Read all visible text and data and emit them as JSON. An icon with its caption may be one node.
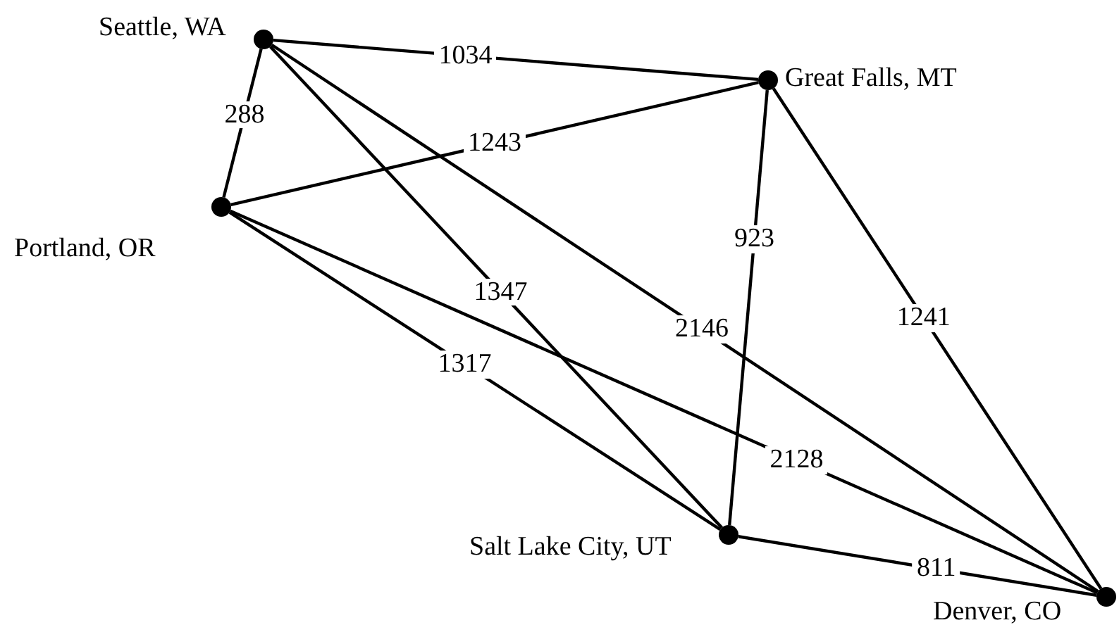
{
  "diagram": {
    "nodes": [
      {
        "text": [],
        "shape": "circle",
        "beside": [
          "Seattle, WA"
        ]
      },
      {
        "text": [],
        "shape": "circle",
        "beside": [
          "Great Falls, MT"
        ]
      },
      {
        "text": [],
        "shape": "circle",
        "beside": [
          "Portland, OR"
        ]
      },
      {
        "text": [],
        "shape": "circle",
        "beside": [
          "Salt Lake City, UT"
        ]
      },
      {
        "text": [],
        "shape": "circle",
        "beside": [
          "Denver, CO"
        ]
      }
    ],
    "edges": [
      {
        "from": 0,
        "to": 1,
        "arrow": "none",
        "label": "1034"
      },
      {
        "from": 0,
        "to": 2,
        "arrow": "none",
        "label": "288"
      },
      {
        "from": 2,
        "to": 1,
        "arrow": "none",
        "label": "1243"
      },
      {
        "from": 0,
        "to": 3,
        "arrow": "none",
        "label": "1347"
      },
      {
        "from": 0,
        "to": 4,
        "arrow": "none",
        "label": "2146"
      },
      {
        "from": 1,
        "to": 3,
        "arrow": "none",
        "label": "923"
      },
      {
        "from": 1,
        "to": 4,
        "arrow": "none",
        "label": "1241"
      },
      {
        "from": 2,
        "to": 3,
        "arrow": "none",
        "label": "1317"
      },
      {
        "from": 2,
        "to": 4,
        "arrow": "none",
        "label": "2128"
      },
      {
        "from": 3,
        "to": 4,
        "arrow": "none",
        "label": "811"
      }
    ]
  }
}
